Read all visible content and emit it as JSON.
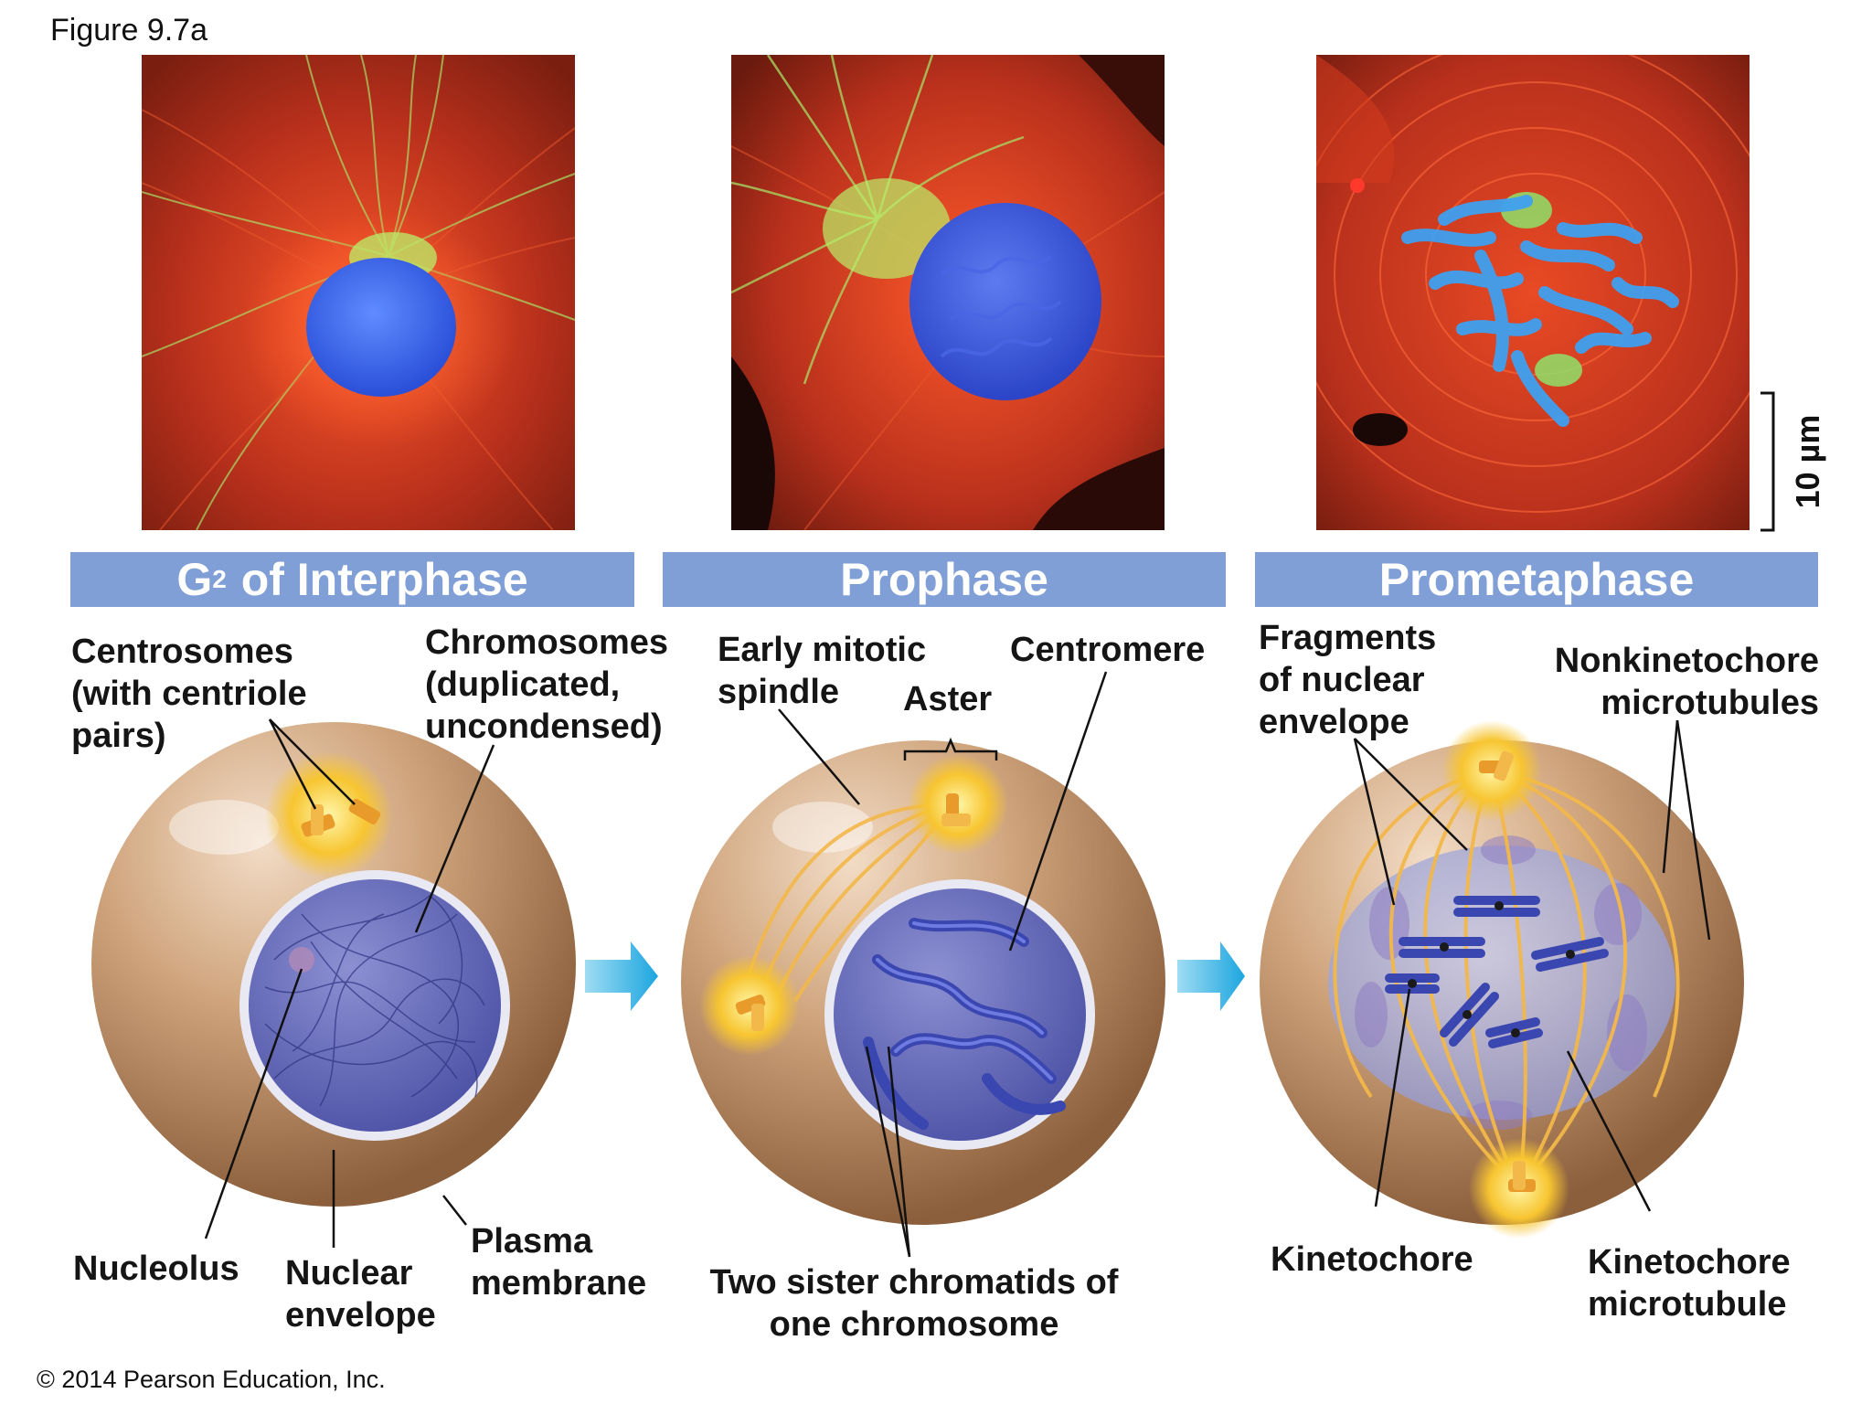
{
  "figure_title": "Figure 9.7a",
  "copyright": "© 2014 Pearson Education, Inc.",
  "scale_bar_label": "10 µm",
  "colors": {
    "stage_bar": "#7f9fd6",
    "cell_body": "#c49a74",
    "nucleus": "#6a6fb8",
    "centrosome": "#f7c531",
    "arrow": "#2aaee0",
    "micrograph_red": "#b8301c",
    "micrograph_blue": "#2f5fe0",
    "micrograph_green": "#8ee06a"
  },
  "stages": [
    {
      "name_main": "G",
      "name_sub": "2",
      "name_rest": " of Interphase",
      "labels": {
        "centrosomes": "Centrosomes\n(with centriole\npairs)",
        "chromosomes": "Chromosomes\n(duplicated,\nuncondensed)",
        "nucleolus": "Nucleolus",
        "nuclear_envelope": "Nuclear\nenvelope",
        "plasma_membrane": "Plasma\nmembrane"
      }
    },
    {
      "name": "Prophase",
      "labels": {
        "early_spindle": "Early mitotic\nspindle",
        "aster": "Aster",
        "centromere": "Centromere",
        "sister_chromatids": "Two sister chromatids of\none chromosome"
      }
    },
    {
      "name": "Prometaphase",
      "labels": {
        "fragments": "Fragments\nof nuclear\nenvelope",
        "nonkinetochore": "Nonkinetochore\nmicrotubules",
        "kinetochore": "Kinetochore",
        "kinetochore_microtubule": "Kinetochore\nmicrotubule"
      }
    }
  ],
  "icons": [
    "arrow-right-icon",
    "centriole-icon",
    "chromosome-icon"
  ]
}
